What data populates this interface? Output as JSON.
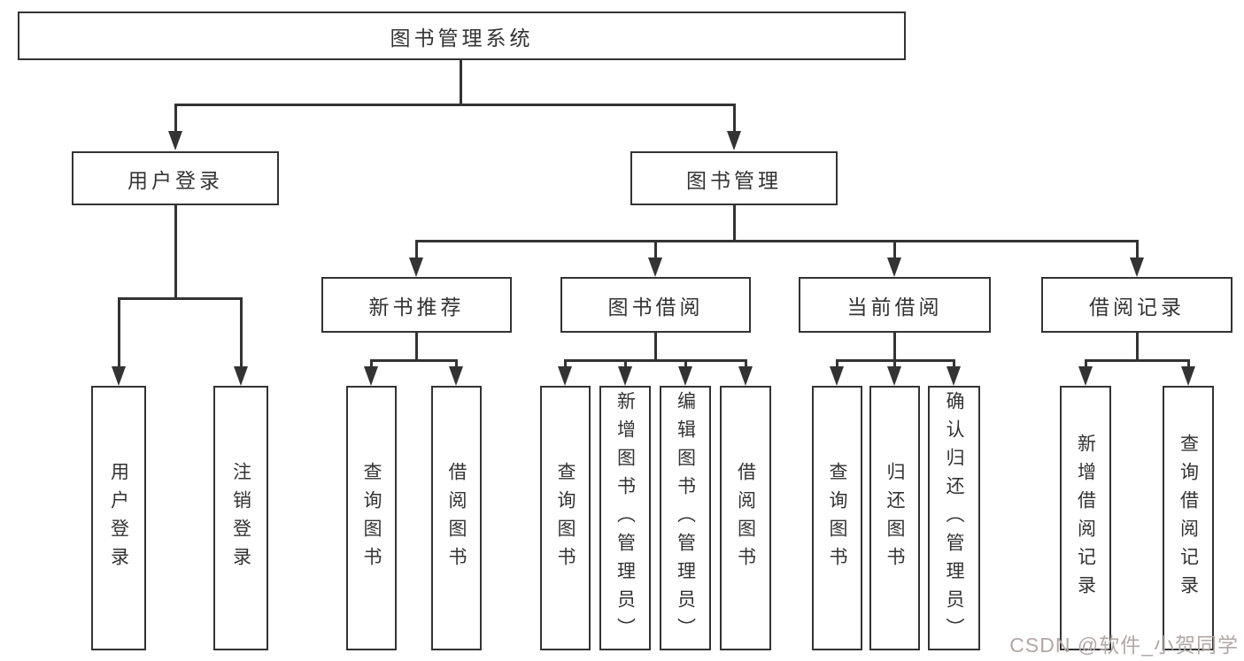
{
  "tree": {
    "root": {
      "label": "图书管理系统",
      "children": [
        {
          "label": "用户登录",
          "children": [
            {
              "label": "用户登录"
            },
            {
              "label": "注销登录"
            }
          ]
        },
        {
          "label": "图书管理",
          "children": [
            {
              "label": "新书推荐",
              "children": [
                {
                  "label": "查询图书"
                },
                {
                  "label": "借阅图书"
                }
              ]
            },
            {
              "label": "图书借阅",
              "children": [
                {
                  "label": "查询图书"
                },
                {
                  "label": "新增图书（管理员）"
                },
                {
                  "label": "编辑图书（管理员）"
                },
                {
                  "label": "借阅图书"
                }
              ]
            },
            {
              "label": "当前借阅",
              "children": [
                {
                  "label": "查询图书"
                },
                {
                  "label": "归还图书"
                },
                {
                  "label": "确认归还（管理员）"
                }
              ]
            },
            {
              "label": "借阅记录",
              "children": [
                {
                  "label": "新增借阅记录"
                },
                {
                  "label": "查询借阅记录"
                }
              ]
            }
          ]
        }
      ]
    }
  },
  "watermark": {
    "text": "CSDN @软件_小贺同学"
  },
  "colors": {
    "line": "#333333",
    "box_border": "#333333",
    "box_background": "#ffffff",
    "text": "#333333",
    "watermark": "#b2a7a5",
    "background": "#ffffff"
  }
}
